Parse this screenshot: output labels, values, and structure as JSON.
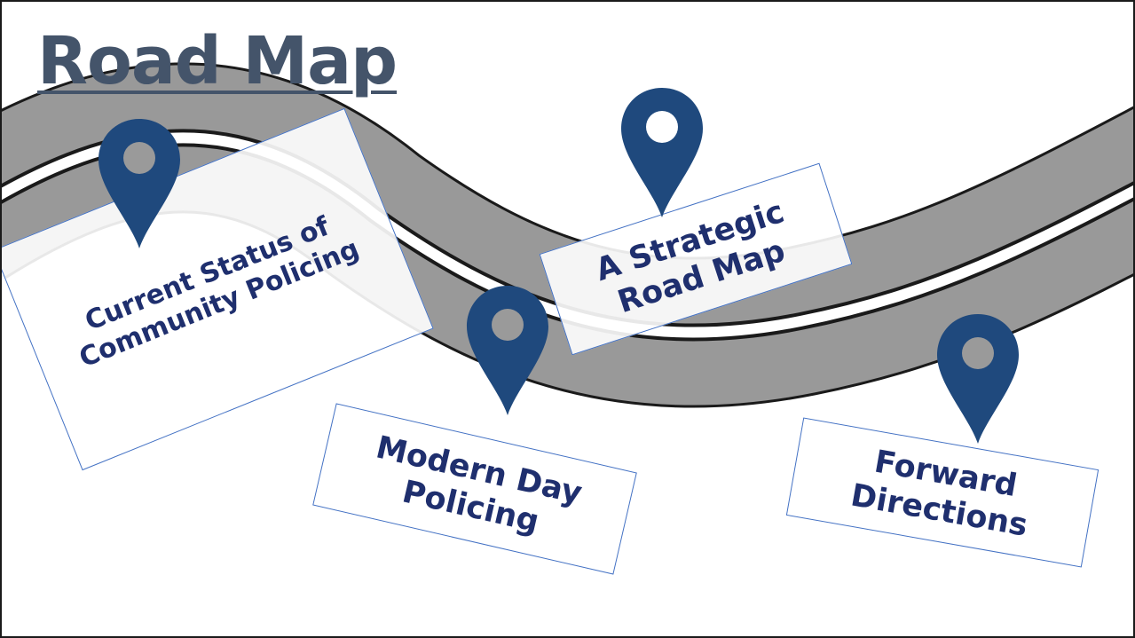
{
  "title": "Road Map",
  "stops": [
    {
      "label": "Current Status of\nCommunity Policing"
    },
    {
      "label": "A Strategic\nRoad Map"
    },
    {
      "label": "Modern Day\nPolicing"
    },
    {
      "label": "Forward\nDirections"
    }
  ],
  "icons": {
    "pin": "map-pin-icon",
    "road": "winding-road"
  },
  "colors": {
    "title": "#44546a",
    "pin": "#1f497d",
    "label_text": "#1f2f6e",
    "card_border": "#4472c4",
    "road": "#999999",
    "road_edge": "#1a1a1a"
  }
}
